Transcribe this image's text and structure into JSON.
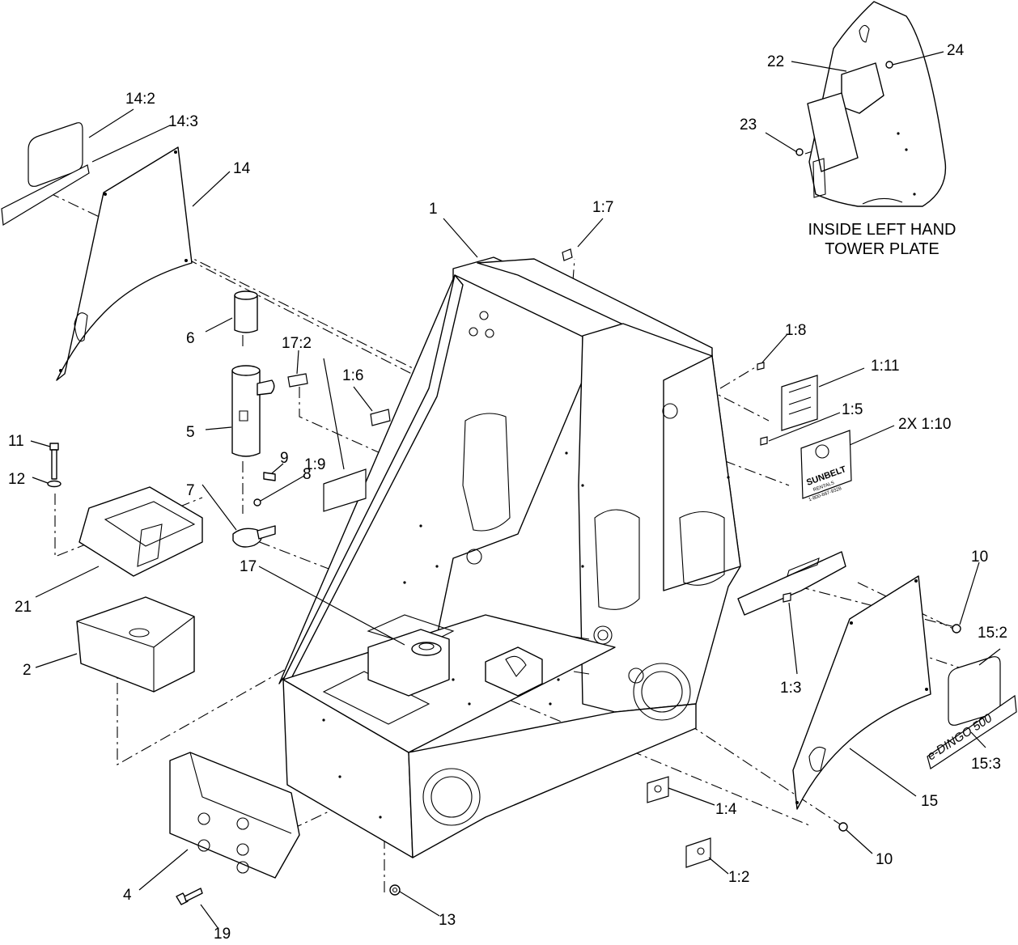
{
  "caption": {
    "line1": "INSIDE LEFT HAND",
    "line2": "TOWER PLATE"
  },
  "callouts": [
    {
      "id": "c14-2",
      "text": "14:2"
    },
    {
      "id": "c14-3",
      "text": "14:3"
    },
    {
      "id": "c14",
      "text": "14"
    },
    {
      "id": "c1",
      "text": "1"
    },
    {
      "id": "c1-7",
      "text": "1:7"
    },
    {
      "id": "c22",
      "text": "22"
    },
    {
      "id": "c24",
      "text": "24"
    },
    {
      "id": "c23",
      "text": "23"
    },
    {
      "id": "c6",
      "text": "6"
    },
    {
      "id": "c17-2",
      "text": "17:2"
    },
    {
      "id": "c1-6",
      "text": "1:6"
    },
    {
      "id": "c1-8",
      "text": "1:8"
    },
    {
      "id": "c1-11",
      "text": "1:11"
    },
    {
      "id": "c1-5",
      "text": "1:5"
    },
    {
      "id": "c2x1-10",
      "text": "2X 1:10"
    },
    {
      "id": "c11",
      "text": "11"
    },
    {
      "id": "c5",
      "text": "5"
    },
    {
      "id": "c12",
      "text": "12"
    },
    {
      "id": "c9",
      "text": "9"
    },
    {
      "id": "c7",
      "text": "7"
    },
    {
      "id": "c8",
      "text": "8"
    },
    {
      "id": "c1-9",
      "text": "1:9"
    },
    {
      "id": "c17",
      "text": "17"
    },
    {
      "id": "c21",
      "text": "21"
    },
    {
      "id": "c10a",
      "text": "10"
    },
    {
      "id": "c15-2",
      "text": "15:2"
    },
    {
      "id": "c2",
      "text": "2"
    },
    {
      "id": "c1-3",
      "text": "1:3"
    },
    {
      "id": "c15-3",
      "text": "15:3"
    },
    {
      "id": "c1-4",
      "text": "1:4"
    },
    {
      "id": "c15",
      "text": "15"
    },
    {
      "id": "c10b",
      "text": "10"
    },
    {
      "id": "c1-2",
      "text": "1:2"
    },
    {
      "id": "c4",
      "text": "4"
    },
    {
      "id": "c13",
      "text": "13"
    },
    {
      "id": "c19",
      "text": "19"
    }
  ],
  "decals": {
    "sunbelt_brand": "SUNBELT",
    "sunbelt_sub": "RENTALS",
    "sunbelt_phone": "1-800-667-9328",
    "dingo_logo": "e-DINGO 500"
  }
}
